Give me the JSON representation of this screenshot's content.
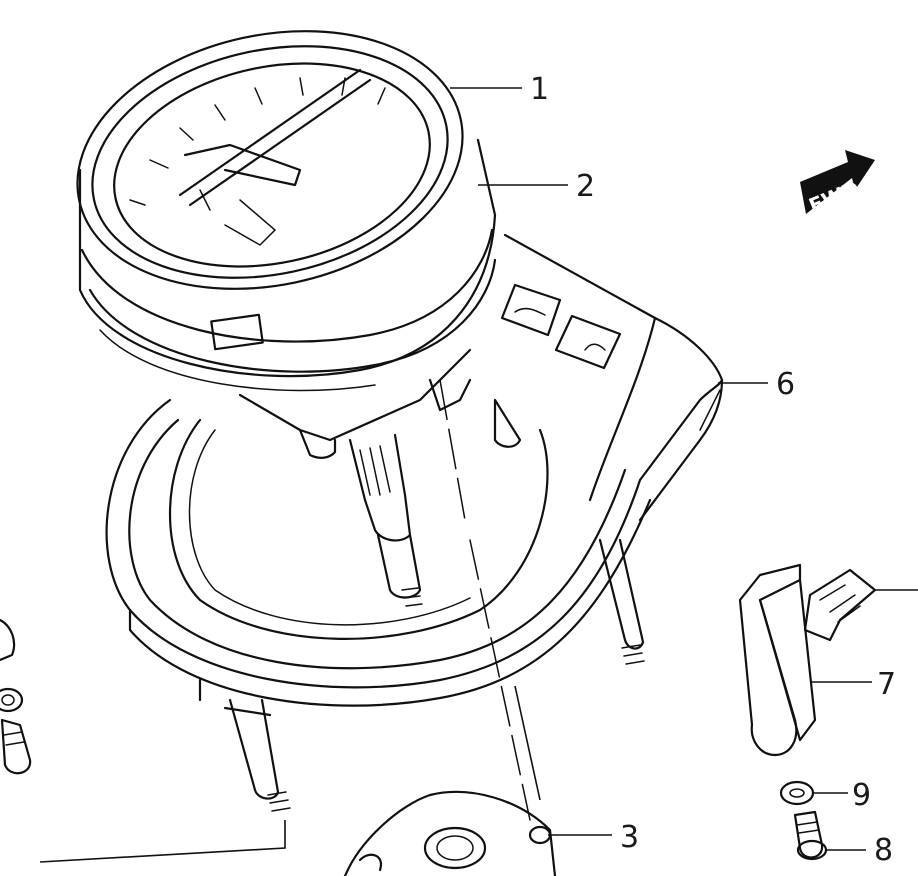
{
  "direction_marker": {
    "label": "FWD"
  },
  "callouts": [
    {
      "id": "1",
      "label": "1"
    },
    {
      "id": "2",
      "label": "2"
    },
    {
      "id": "6",
      "label": "6"
    },
    {
      "id": "7",
      "label": "7"
    },
    {
      "id": "9",
      "label": "9"
    },
    {
      "id": "3",
      "label": "3"
    },
    {
      "id": "8",
      "label": "8"
    }
  ],
  "colors": {
    "line": "#111111",
    "background": "#ffffff"
  }
}
